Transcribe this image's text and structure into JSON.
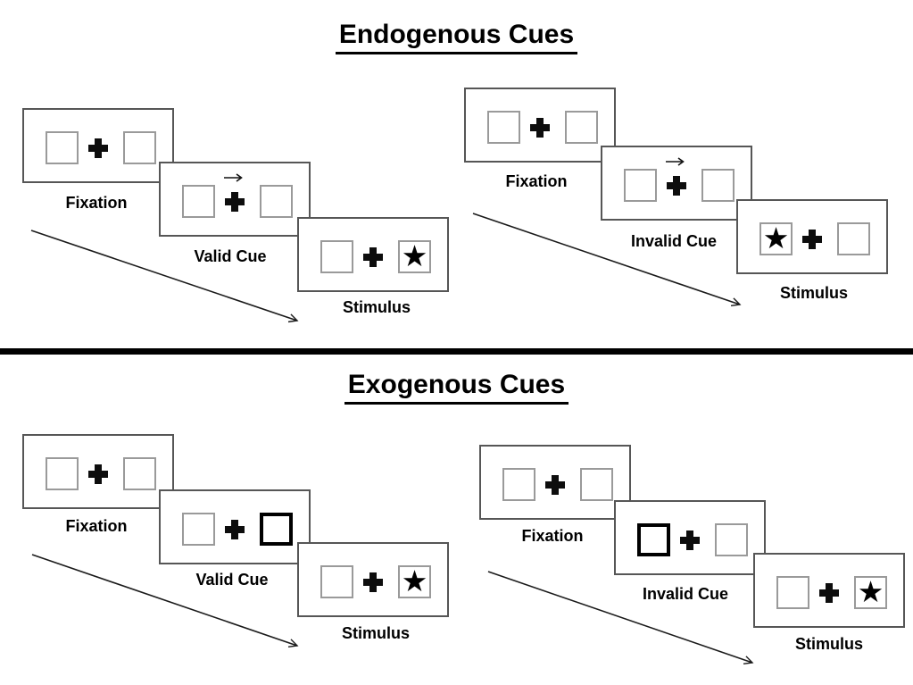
{
  "diagram": {
    "glyphs": {
      "star": "★",
      "fixation_cross": "+",
      "cue_arrow_direction": "right"
    },
    "colors": {
      "panel_border": "#565656",
      "box_border": "#9a9a9a",
      "bold_cue_box_border": "#000000",
      "ink": "#000000",
      "background": "#ffffff"
    },
    "sections": [
      {
        "title": "Endogenous Cues",
        "cue_mechanism": "central-arrow",
        "sequences": [
          {
            "validity": "valid",
            "cue_pointing": "right",
            "stimulus_side": "right",
            "frames": [
              {
                "label": "Fixation"
              },
              {
                "label": "Valid Cue"
              },
              {
                "label": "Stimulus"
              }
            ]
          },
          {
            "validity": "invalid",
            "cue_pointing": "right",
            "stimulus_side": "left",
            "frames": [
              {
                "label": "Fixation"
              },
              {
                "label": "Invalid Cue"
              },
              {
                "label": "Stimulus"
              }
            ]
          }
        ]
      },
      {
        "title": "Exogenous Cues",
        "cue_mechanism": "peripheral-bold-box",
        "sequences": [
          {
            "validity": "valid",
            "bold_box_side": "right",
            "stimulus_side": "right",
            "frames": [
              {
                "label": "Fixation"
              },
              {
                "label": "Valid Cue"
              },
              {
                "label": "Stimulus"
              }
            ]
          },
          {
            "validity": "invalid",
            "bold_box_side": "left",
            "stimulus_side": "right",
            "frames": [
              {
                "label": "Fixation"
              },
              {
                "label": "Invalid Cue"
              },
              {
                "label": "Stimulus"
              }
            ]
          }
        ]
      }
    ]
  }
}
